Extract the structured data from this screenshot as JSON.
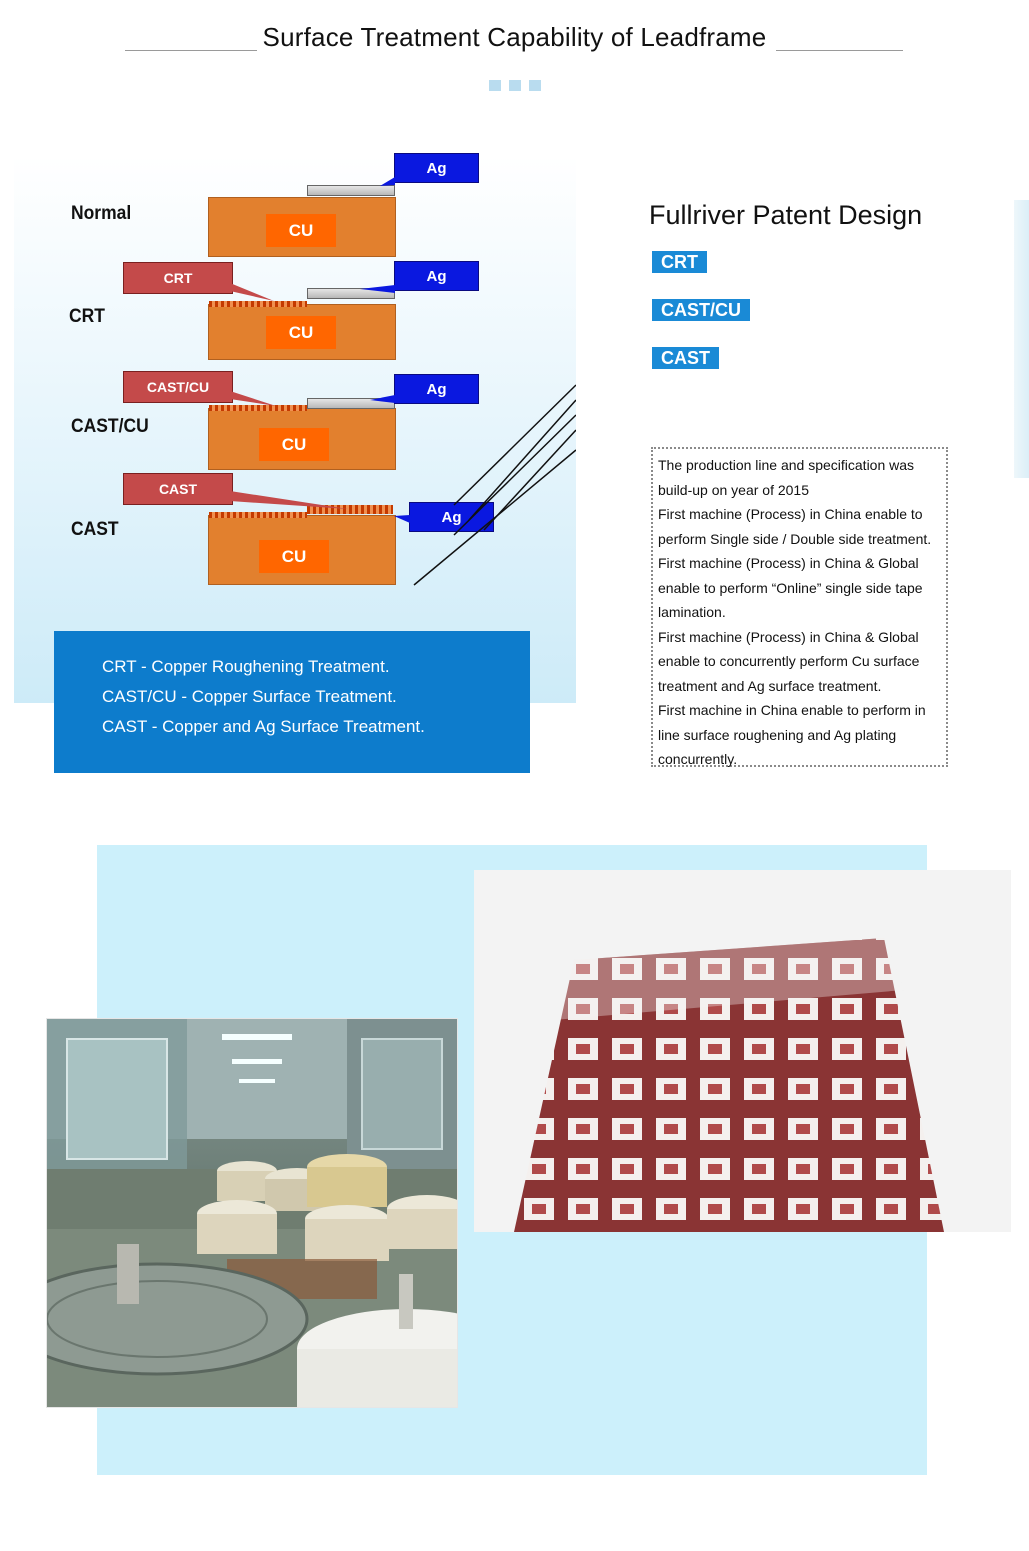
{
  "header": {
    "title": "Surface Treatment Capability of Leadframe"
  },
  "diagram": {
    "rows": [
      {
        "label": "Normal",
        "cu": "CU",
        "ag": "Ag"
      },
      {
        "label": "CRT",
        "cu": "CU",
        "ag": "Ag",
        "tag": "CRT"
      },
      {
        "label": "CAST/CU",
        "cu": "CU",
        "ag": "Ag",
        "tag": "CAST/CU"
      },
      {
        "label": "CAST",
        "cu": "CU",
        "ag": "Ag",
        "tag": "CAST"
      }
    ],
    "colors": {
      "copper": "#e2802e",
      "cu_label": "#ff6600",
      "ag_tag": "#0a18e0",
      "treatment_tag": "#c44a4a"
    }
  },
  "legend": {
    "lines": [
      "CRT - Copper Roughening Treatment.",
      "CAST/CU - Copper Surface Treatment.",
      "CAST - Copper and Ag Surface Treatment."
    ]
  },
  "patent": {
    "title": "Fullriver Patent Design",
    "badges": [
      "CRT",
      "CAST/CU",
      "CAST"
    ],
    "description_lines": [
      "The production line and specification was",
      "build-up on year of 2015",
      "First machine (Process) in China enable to",
      "perform Single side / Double side treatment.",
      "First machine (Process) in China & Global",
      "enable to perform “Online” single side tape",
      "lamination.",
      "First machine (Process) in China & Global",
      "enable to concurrently perform Cu surface",
      "treatment and Ag surface treatment.",
      "First machine in China enable to perform in",
      "line surface roughening and Ag plating",
      "concurrently."
    ]
  },
  "photos": {
    "factory_icon": "production-line-photo",
    "leadframe_icon": "leadframe-strip-photo",
    "accent": "#ccf0fb"
  }
}
